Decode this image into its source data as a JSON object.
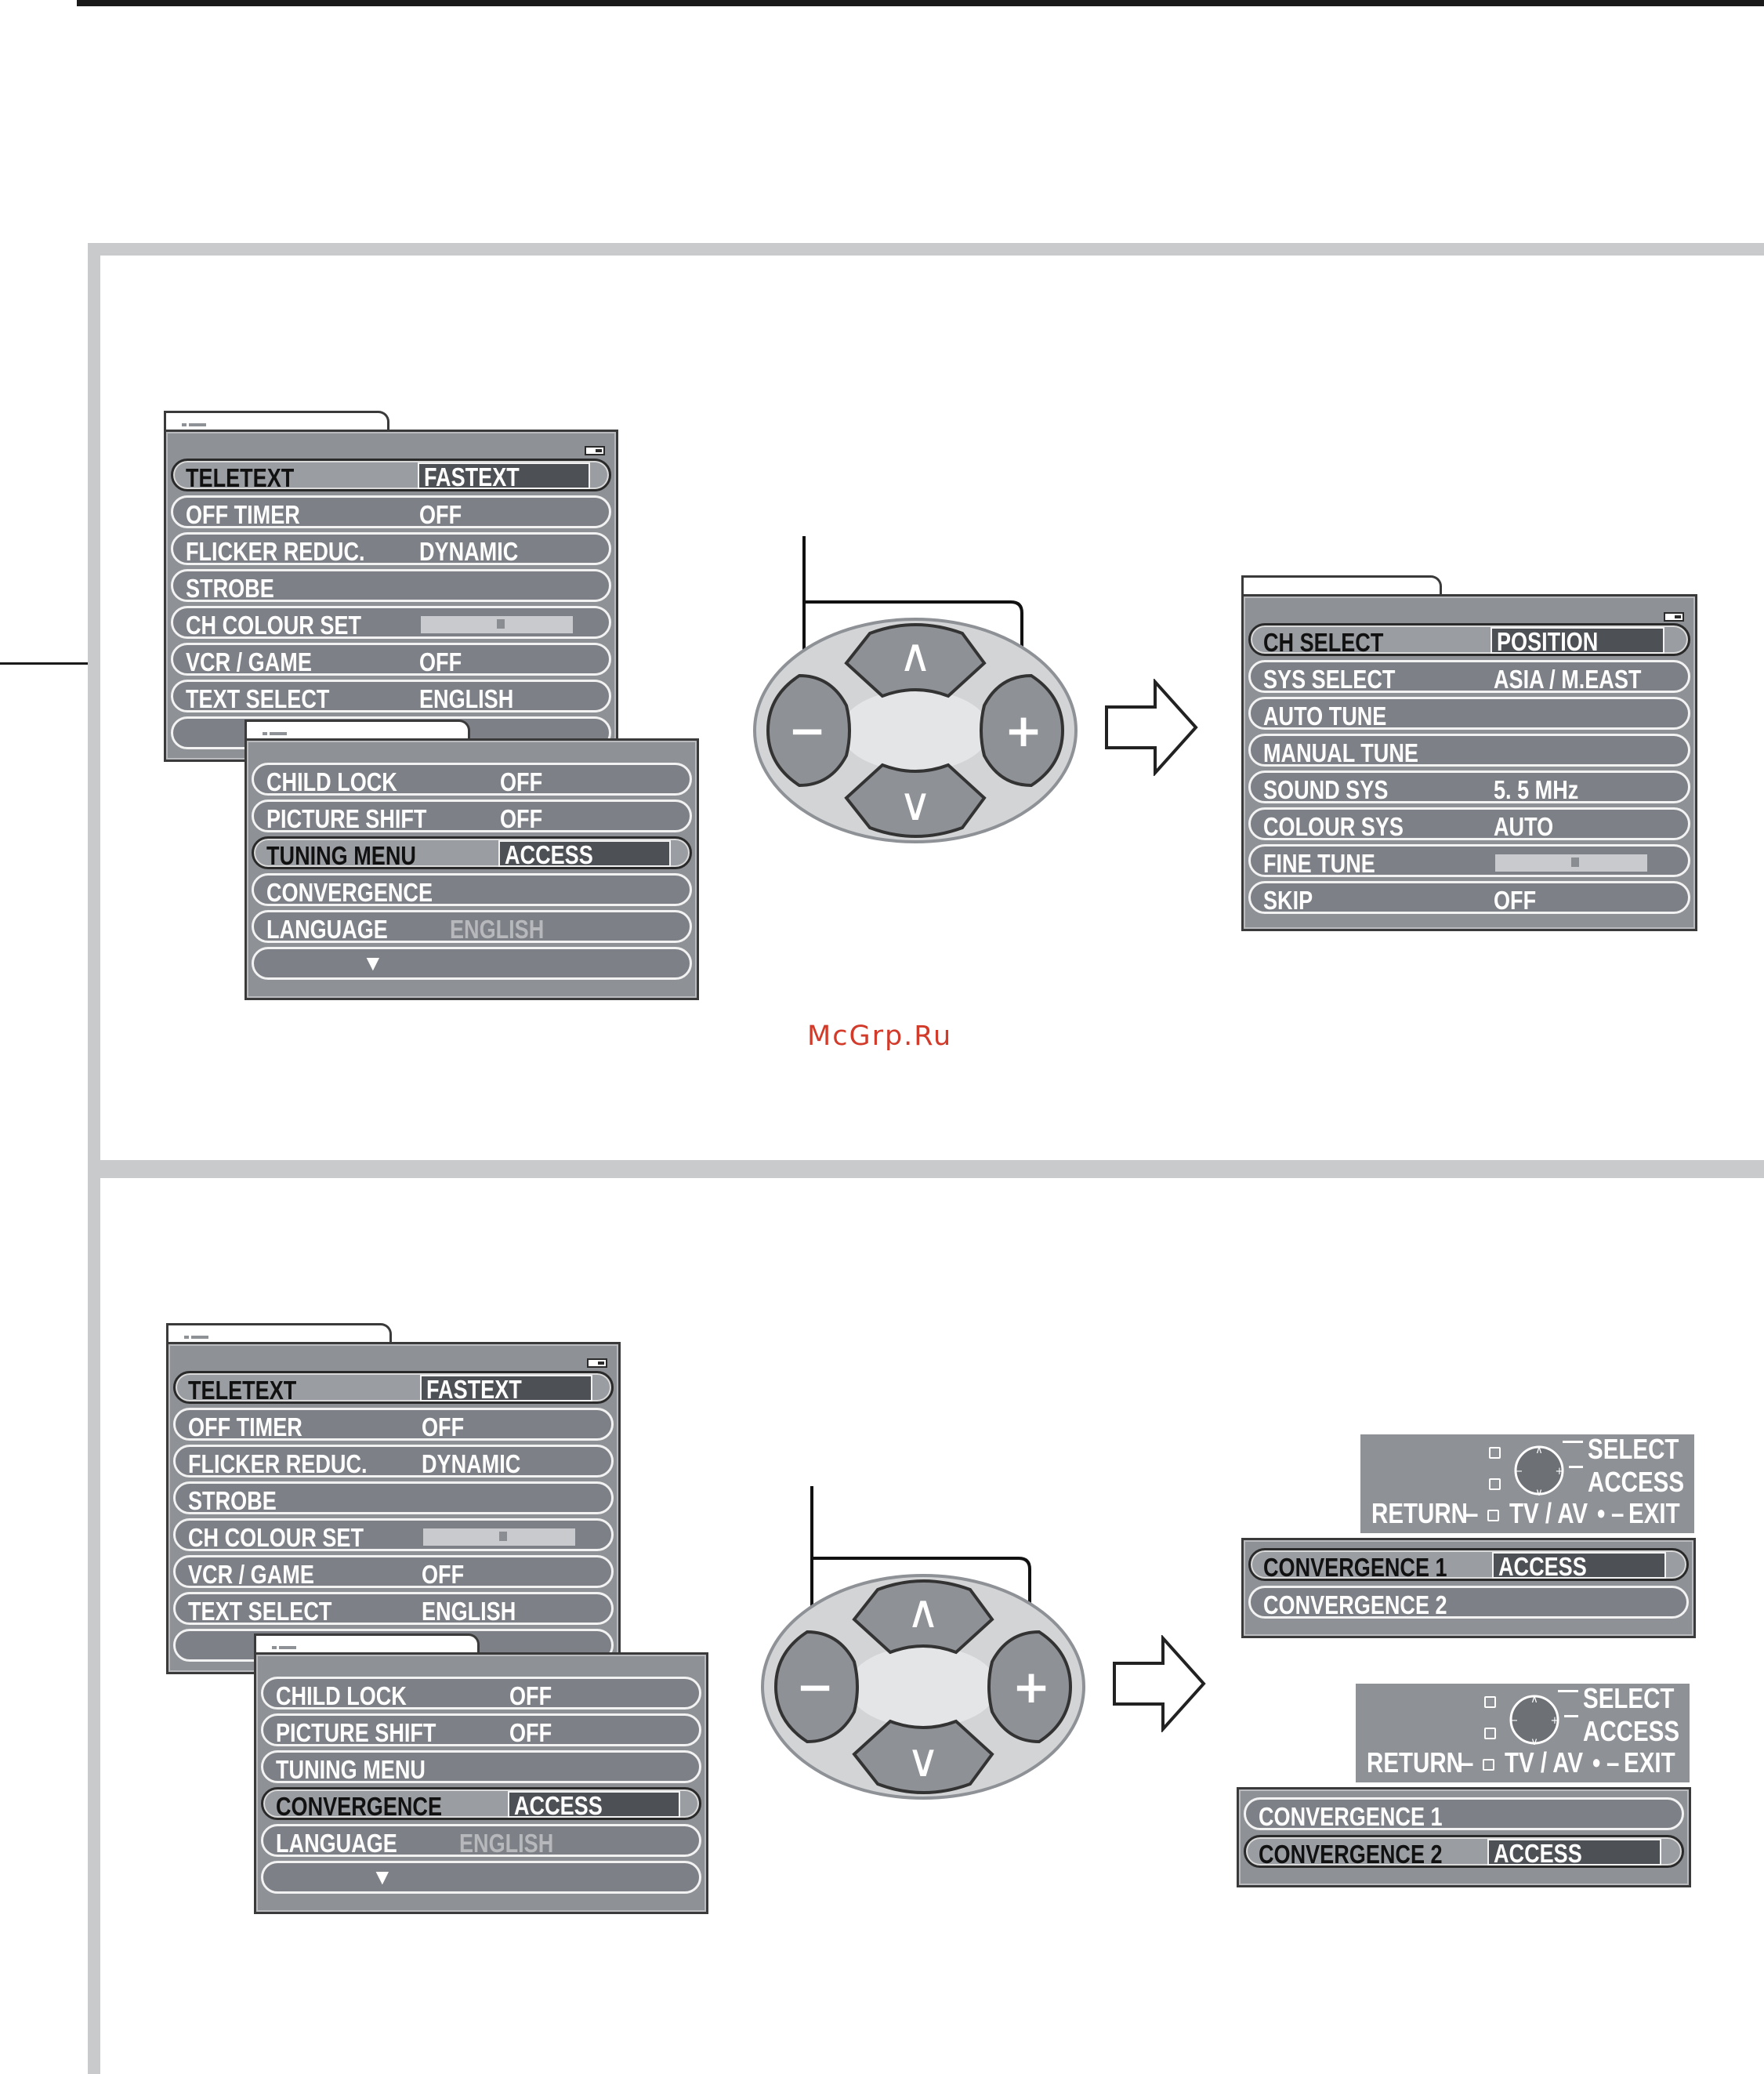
{
  "watermark": "McGrp.Ru",
  "menu_setup": {
    "items": [
      {
        "label": "TELETEXT",
        "value": "FASTEXT"
      },
      {
        "label": "OFF TIMER",
        "value": "OFF"
      },
      {
        "label": "FLICKER REDUC.",
        "value": "DYNAMIC"
      },
      {
        "label": "STROBE",
        "value": ""
      },
      {
        "label": "CH COLOUR SET",
        "value": ""
      },
      {
        "label": "VCR / GAME",
        "value": "OFF"
      },
      {
        "label": "TEXT SELECT",
        "value": "ENGLISH"
      }
    ]
  },
  "menu_setup2": {
    "items": [
      {
        "label": "CHILD LOCK",
        "value": "OFF"
      },
      {
        "label": "PICTURE SHIFT",
        "value": "OFF"
      },
      {
        "label": "TUNING MENU",
        "value": "ACCESS"
      },
      {
        "label": "CONVERGENCE",
        "value": ""
      },
      {
        "label": "LANGUAGE",
        "value": "ENGLISH"
      },
      {
        "label": "▼",
        "value": ""
      }
    ]
  },
  "menu_tuning": {
    "items": [
      {
        "label": "CH SELECT",
        "value": "POSITION"
      },
      {
        "label": "SYS SELECT",
        "value": "ASIA / M.EAST"
      },
      {
        "label": "AUTO TUNE",
        "value": ""
      },
      {
        "label": "MANUAL TUNE",
        "value": ""
      },
      {
        "label": "SOUND SYS",
        "value": "5. 5 MHz"
      },
      {
        "label": "COLOUR SYS",
        "value": "AUTO"
      },
      {
        "label": "FINE TUNE",
        "value": ""
      },
      {
        "label": "SKIP",
        "value": "OFF"
      }
    ]
  },
  "remote": {
    "minus": "−",
    "plus": "+",
    "up": "∧",
    "down": "∨"
  },
  "help": {
    "select": "SELECT",
    "access": "ACCESS",
    "return": "RETURN",
    "tvav": "TV / AV",
    "exit": "EXIT"
  },
  "convergence_menu": {
    "items": [
      {
        "label": "CONVERGENCE 1",
        "value": "ACCESS"
      },
      {
        "label": "CONVERGENCE 2",
        "value": "ACCESS"
      }
    ]
  }
}
